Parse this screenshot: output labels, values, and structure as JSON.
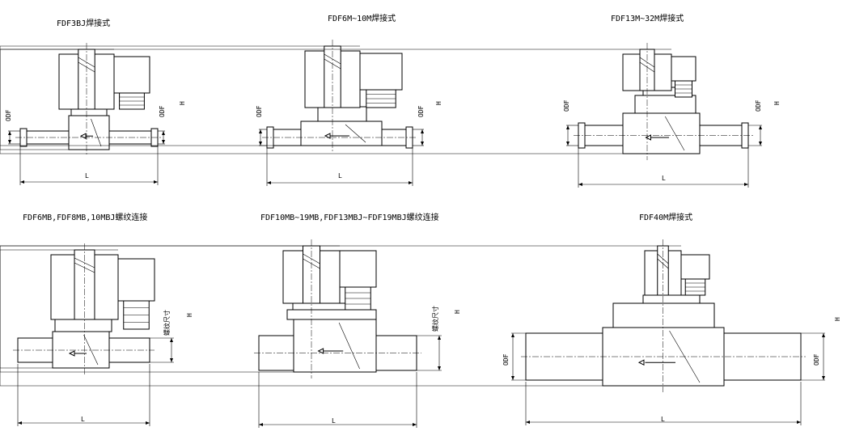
{
  "panels": [
    {
      "title": "FDF3BJ焊接式",
      "labels": {
        "odf_left": "ODF",
        "odf_right": "ODF",
        "h": "H",
        "l": "L"
      }
    },
    {
      "title": "FDF6M~10M焊接式",
      "labels": {
        "odf_left": "ODF",
        "odf_right": "ODF",
        "h": "H",
        "l": "L"
      }
    },
    {
      "title": "FDF13M~32M焊接式",
      "labels": {
        "odf_left": "ODF",
        "odf_right": "ODF",
        "h": "H",
        "l": "L"
      }
    },
    {
      "title": "FDF6MB,FDF8MB,10MBJ螺纹连接",
      "labels": {
        "thread": "螺纹尺寸",
        "h": "H",
        "l": "L"
      }
    },
    {
      "title": "FDF10MB~19MB,FDF13MBJ~FDF19MBJ螺纹连接",
      "labels": {
        "thread": "螺纹尺寸",
        "h": "H",
        "l": "L"
      }
    },
    {
      "title": "FDF40M焊接式",
      "labels": {
        "odf_left": "ODF",
        "odf_right": "ODF",
        "h": "H",
        "l": "L"
      }
    }
  ]
}
